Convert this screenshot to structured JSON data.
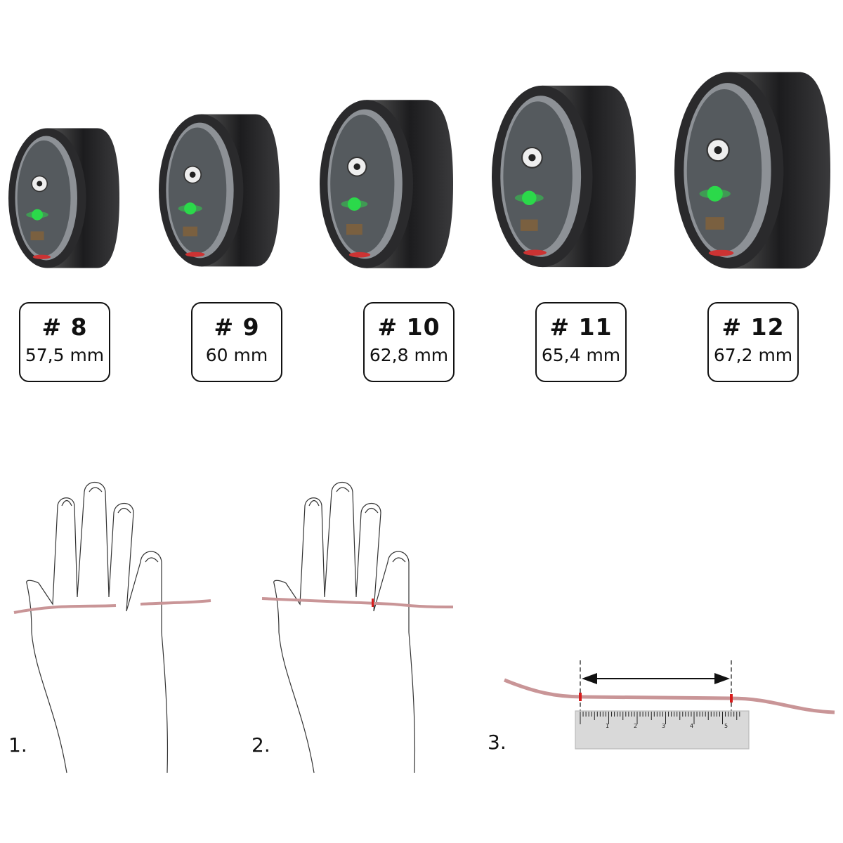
{
  "sizes": [
    {
      "size": "# 8",
      "circumference": "57,5 mm"
    },
    {
      "size": "# 9",
      "circumference": "60 mm"
    },
    {
      "size": "# 10",
      "circumference": "62,8 mm"
    },
    {
      "size": "# 11",
      "circumference": "65,4 mm"
    },
    {
      "size": "# 12",
      "circumference": "67,2 mm"
    }
  ],
  "steps": [
    "1.",
    "2.",
    "3."
  ],
  "ruler": {
    "ticks": [
      "1",
      "2",
      "3",
      "4",
      "5"
    ]
  },
  "colors": {
    "ring": "#1c1c1e",
    "led": "#2bd94a",
    "string": "#c99597",
    "marker": "#d81c1c",
    "ruler": "#d9d9d9"
  }
}
